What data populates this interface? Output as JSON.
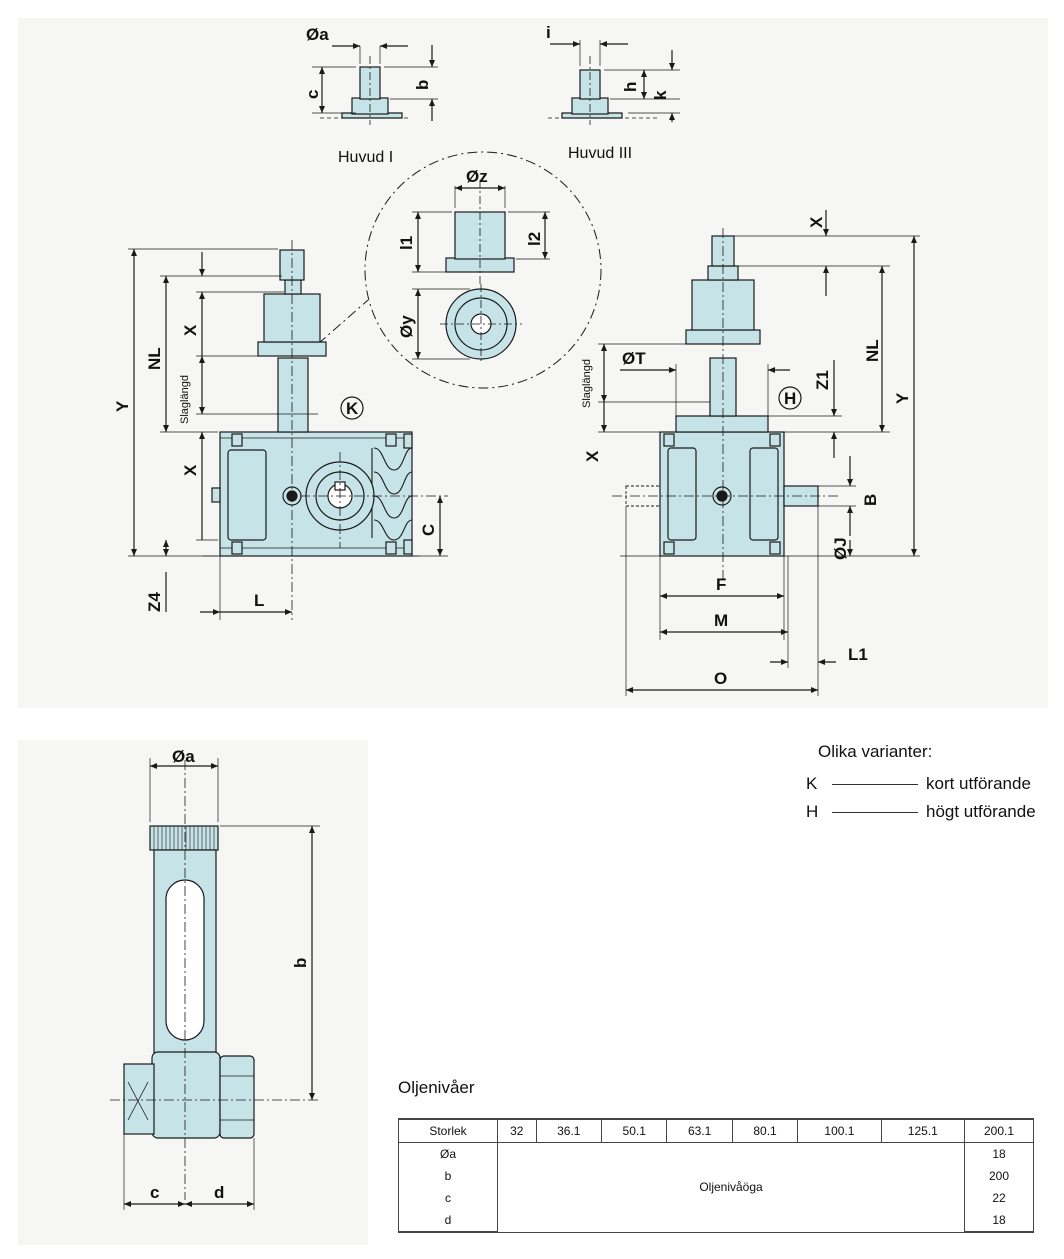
{
  "colors": {
    "part_fill": "#c6e3e8",
    "line": "#1a1a1a",
    "panel": "#f6f6f4"
  },
  "head_views": {
    "head1_caption": "Huvud I",
    "head3_caption": "Huvud III",
    "head1_dims": {
      "a": "Øa",
      "b": "b",
      "c": "c"
    },
    "head3_dims": {
      "i": "i",
      "h": "h",
      "k": "k"
    }
  },
  "detail_view": {
    "z": "Øz",
    "l1": "l1",
    "l2": "l2",
    "y": "Øy"
  },
  "side_view": {
    "y": "Y",
    "nl": "NL",
    "x_upper": "X",
    "slag": "Slaglängd",
    "x_lower": "X",
    "z4": "Z4",
    "l": "L",
    "c": "C",
    "variant_marker": "K"
  },
  "front_view": {
    "x": "X",
    "nl": "NL",
    "y": "Y",
    "t": "ØT",
    "z1": "Z1",
    "slag": "Slaglängd",
    "x_lower": "X",
    "b": "B",
    "j": "ØJ",
    "f": "F",
    "m": "M",
    "l1": "L1",
    "o": "O",
    "variant_marker": "H"
  },
  "gauge": {
    "a": "Øa",
    "b": "b",
    "c": "c",
    "d": "d"
  },
  "variants": {
    "title": "Olika varianter:",
    "items": [
      {
        "key": "K",
        "desc": "kort utförande"
      },
      {
        "key": "H",
        "desc": "högt utförande"
      }
    ]
  },
  "oil_table": {
    "title": "Oljenivåer",
    "header_label": "Storlek",
    "sizes": [
      "32",
      "36.1",
      "50.1",
      "63.1",
      "80.1",
      "100.1",
      "125.1",
      "200.1"
    ],
    "row_labels": [
      "Øa",
      "b",
      "c",
      "d"
    ],
    "merged_text": "Oljenivåöga",
    "last_col_values": [
      "18",
      "200",
      "22",
      "18"
    ]
  }
}
